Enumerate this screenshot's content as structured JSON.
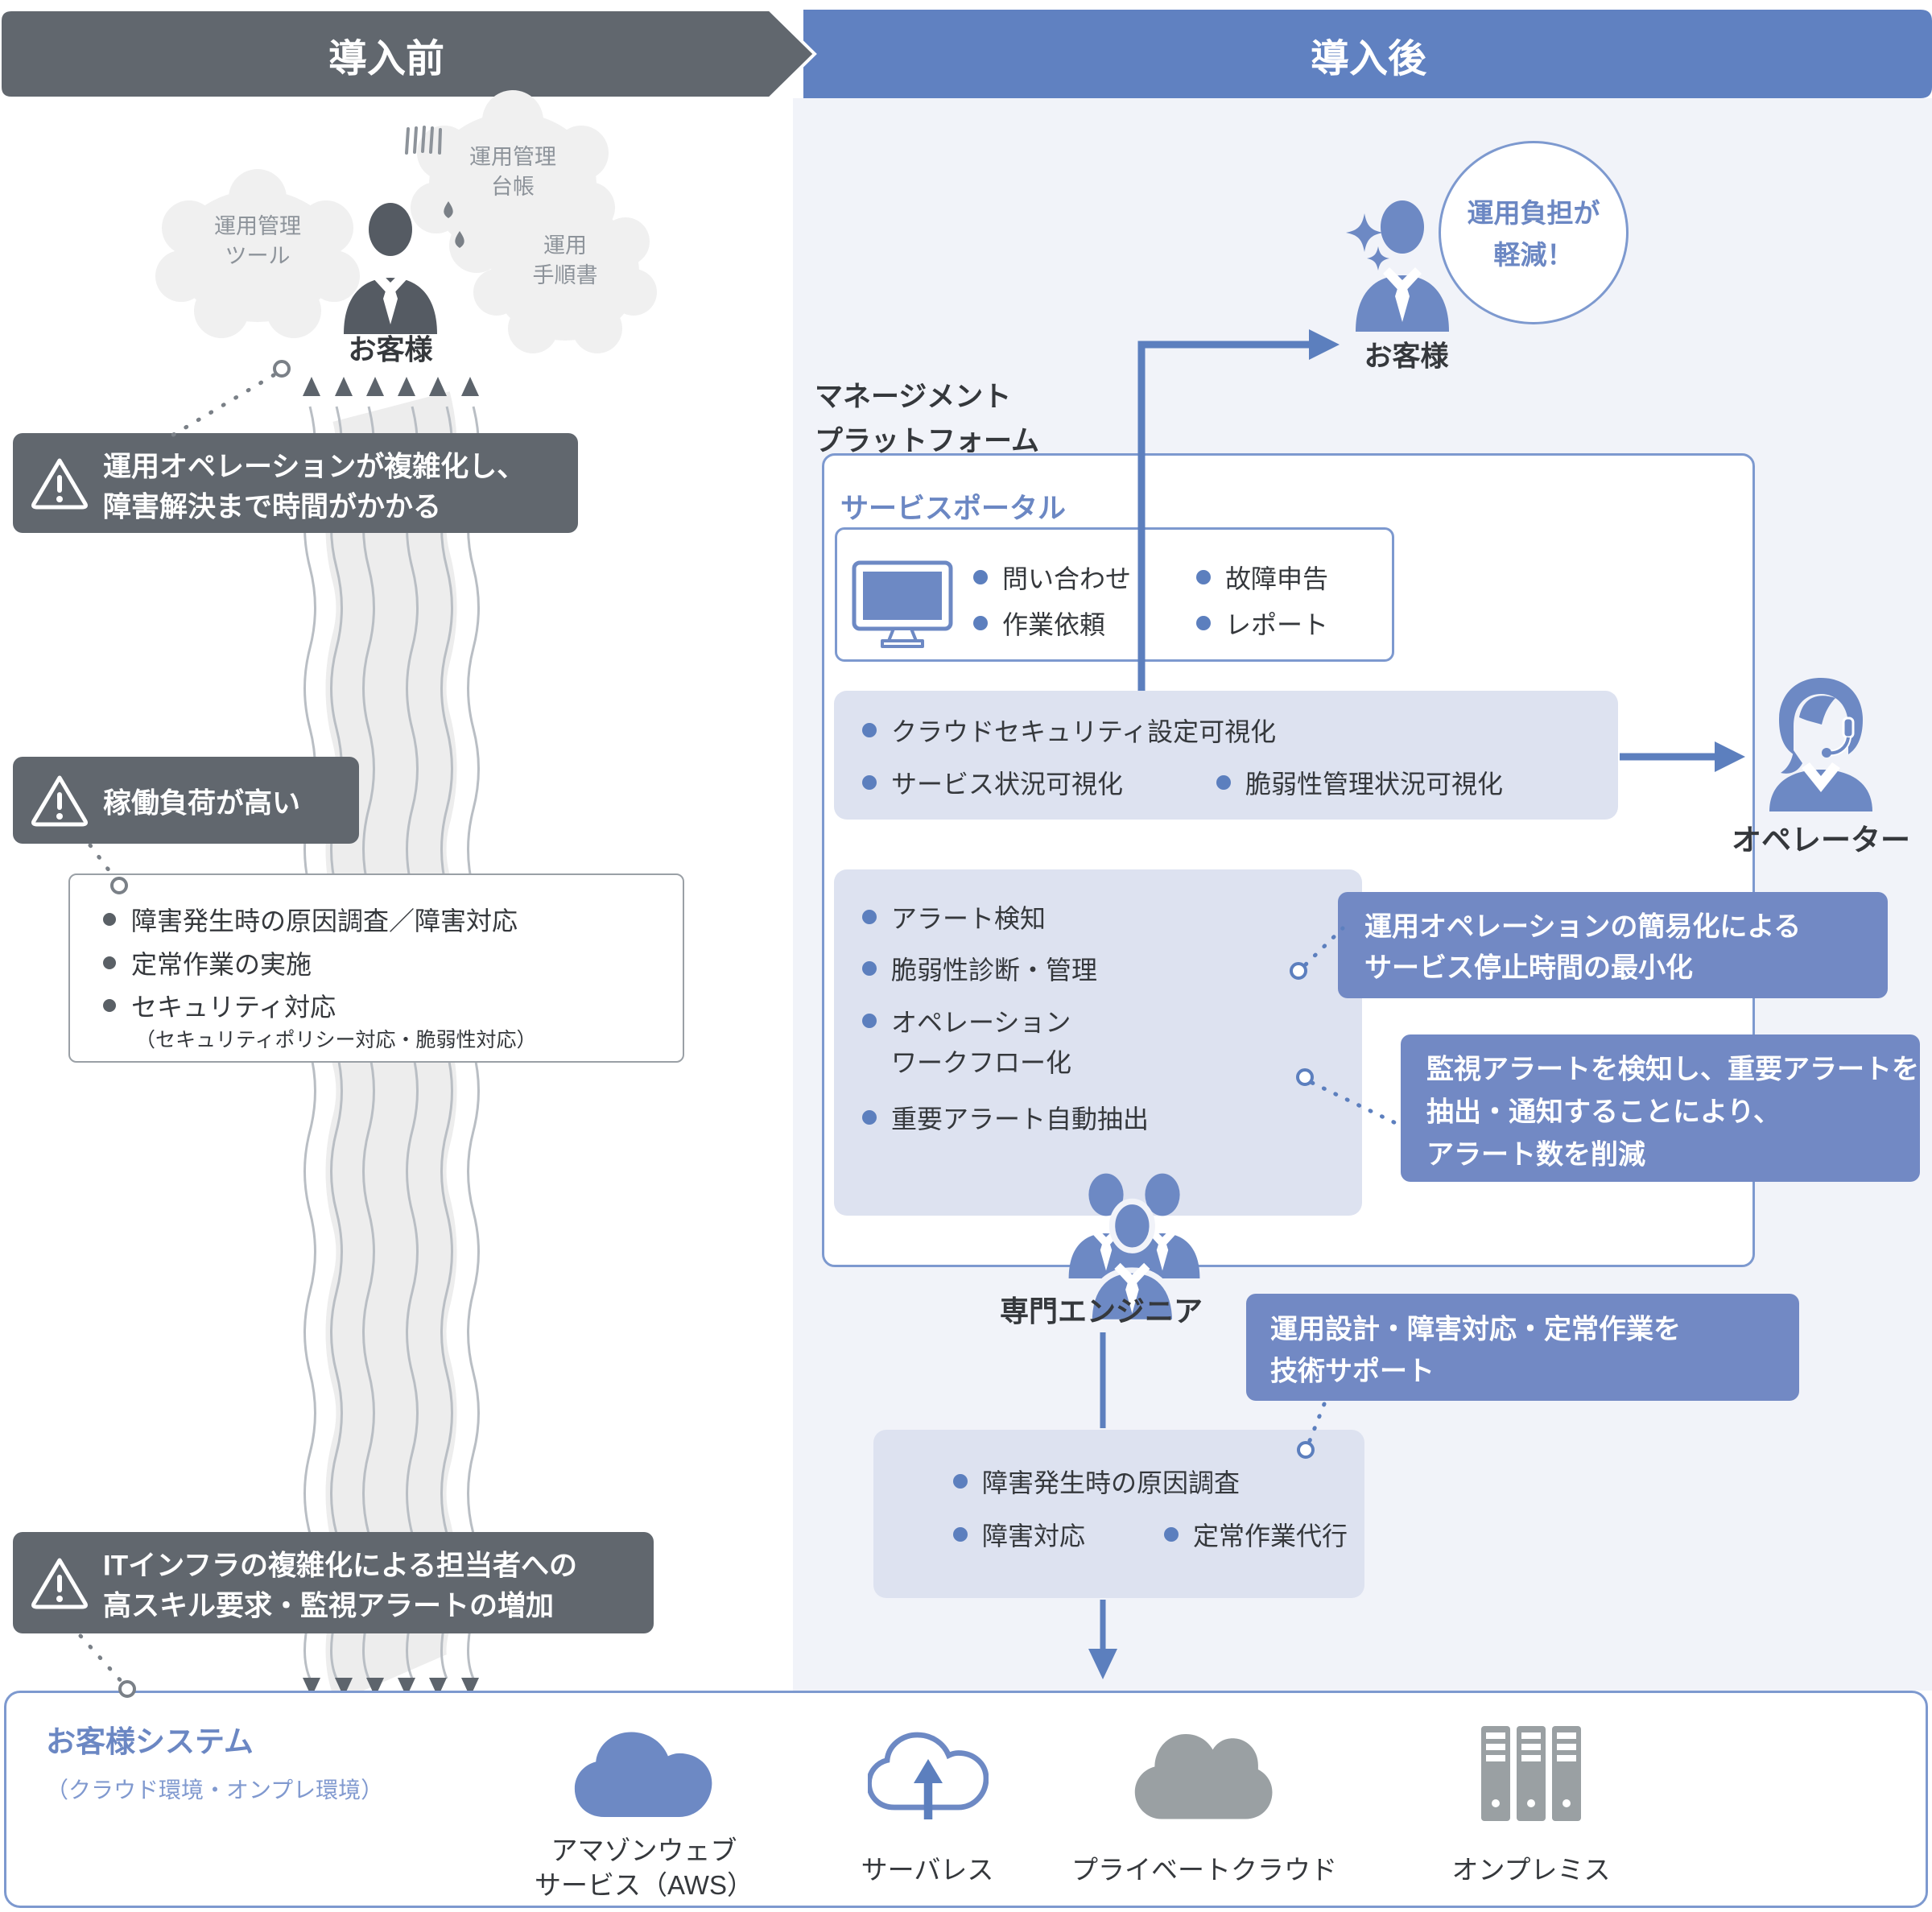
{
  "colors": {
    "accent_blue": "#6081c1",
    "callout_blue": "#7289c4",
    "light_panel_blue": "#dde2f0",
    "right_panel_bg": "#f1f3f9",
    "dark_gray": "#61676e",
    "icon_blue": "#6d89c4",
    "icon_gray": "#9aa0a3",
    "blue_text": "#6b87c3"
  },
  "header": {
    "before": "導入前",
    "after": "導入後"
  },
  "before": {
    "clouds": [
      {
        "lines": [
          "運用管理",
          "ツール"
        ]
      },
      {
        "lines": [
          "運用管理",
          "台帳"
        ]
      },
      {
        "lines": [
          "運用",
          "手順書"
        ]
      }
    ],
    "customer_label": "お客様",
    "warning1": {
      "lines": [
        "運用オペレーションが複雑化し、",
        "障害解決まで時間がかかる"
      ]
    },
    "warning2": {
      "lines": [
        "稼働負荷が高い"
      ]
    },
    "warning3": {
      "lines": [
        "ITインフラの複雑化による担当者への",
        "高スキル要求・監視アラートの増加"
      ]
    },
    "tasks": {
      "items": [
        "障害発生時の原因調査／障害対応",
        "定常作業の実施",
        "セキュリティ対応"
      ],
      "note": "（セキュリティポリシー対応・脆弱性対応）"
    }
  },
  "after": {
    "relief_bubble": {
      "lines": [
        "運用負担が",
        "軽減！"
      ]
    },
    "customer_label": "お客様",
    "platform_label": {
      "lines": [
        "マネージメント",
        "プラットフォーム"
      ]
    },
    "portal": {
      "title": "サービスポータル",
      "items": [
        "問い合わせ",
        "作業依頼",
        "故障申告",
        "レポート"
      ]
    },
    "visibility": {
      "items": [
        "クラウドセキュリティ設定可視化",
        "サービス状況可視化",
        "脆弱性管理状況可視化"
      ]
    },
    "operator_label": "オペレーター",
    "operations": {
      "items": [
        "アラート検知",
        "脆弱性診断・管理",
        "オペレーション",
        "ワークフロー化",
        "重要アラート自動抽出"
      ]
    },
    "callout1": {
      "lines": [
        "運用オペレーションの簡易化による",
        "サービス停止時間の最小化"
      ]
    },
    "callout2": {
      "lines": [
        "監視アラートを検知し、重要アラートを",
        "抽出・通知することにより、",
        "アラート数を削減"
      ]
    },
    "engineer_label": "専門エンジニア",
    "callout3": {
      "lines": [
        "運用設計・障害対応・定常作業を",
        "技術サポート"
      ]
    },
    "engineer_tasks": {
      "items": [
        "障害発生時の原因調査",
        "障害対応",
        "定常作業代行"
      ]
    }
  },
  "bottom": {
    "title": "お客様システム",
    "subtitle": "（クラウド環境・オンプレ環境）",
    "platforms": [
      {
        "icon": "aws-cloud-icon",
        "lines": [
          "アマゾンウェブ",
          "サービス（AWS）"
        ]
      },
      {
        "icon": "serverless-cloud-icon",
        "lines": [
          "サーバレス"
        ]
      },
      {
        "icon": "private-cloud-icon",
        "lines": [
          "プライベートクラウド"
        ]
      },
      {
        "icon": "onprem-servers-icon",
        "lines": [
          "オンプレミス"
        ]
      }
    ]
  }
}
